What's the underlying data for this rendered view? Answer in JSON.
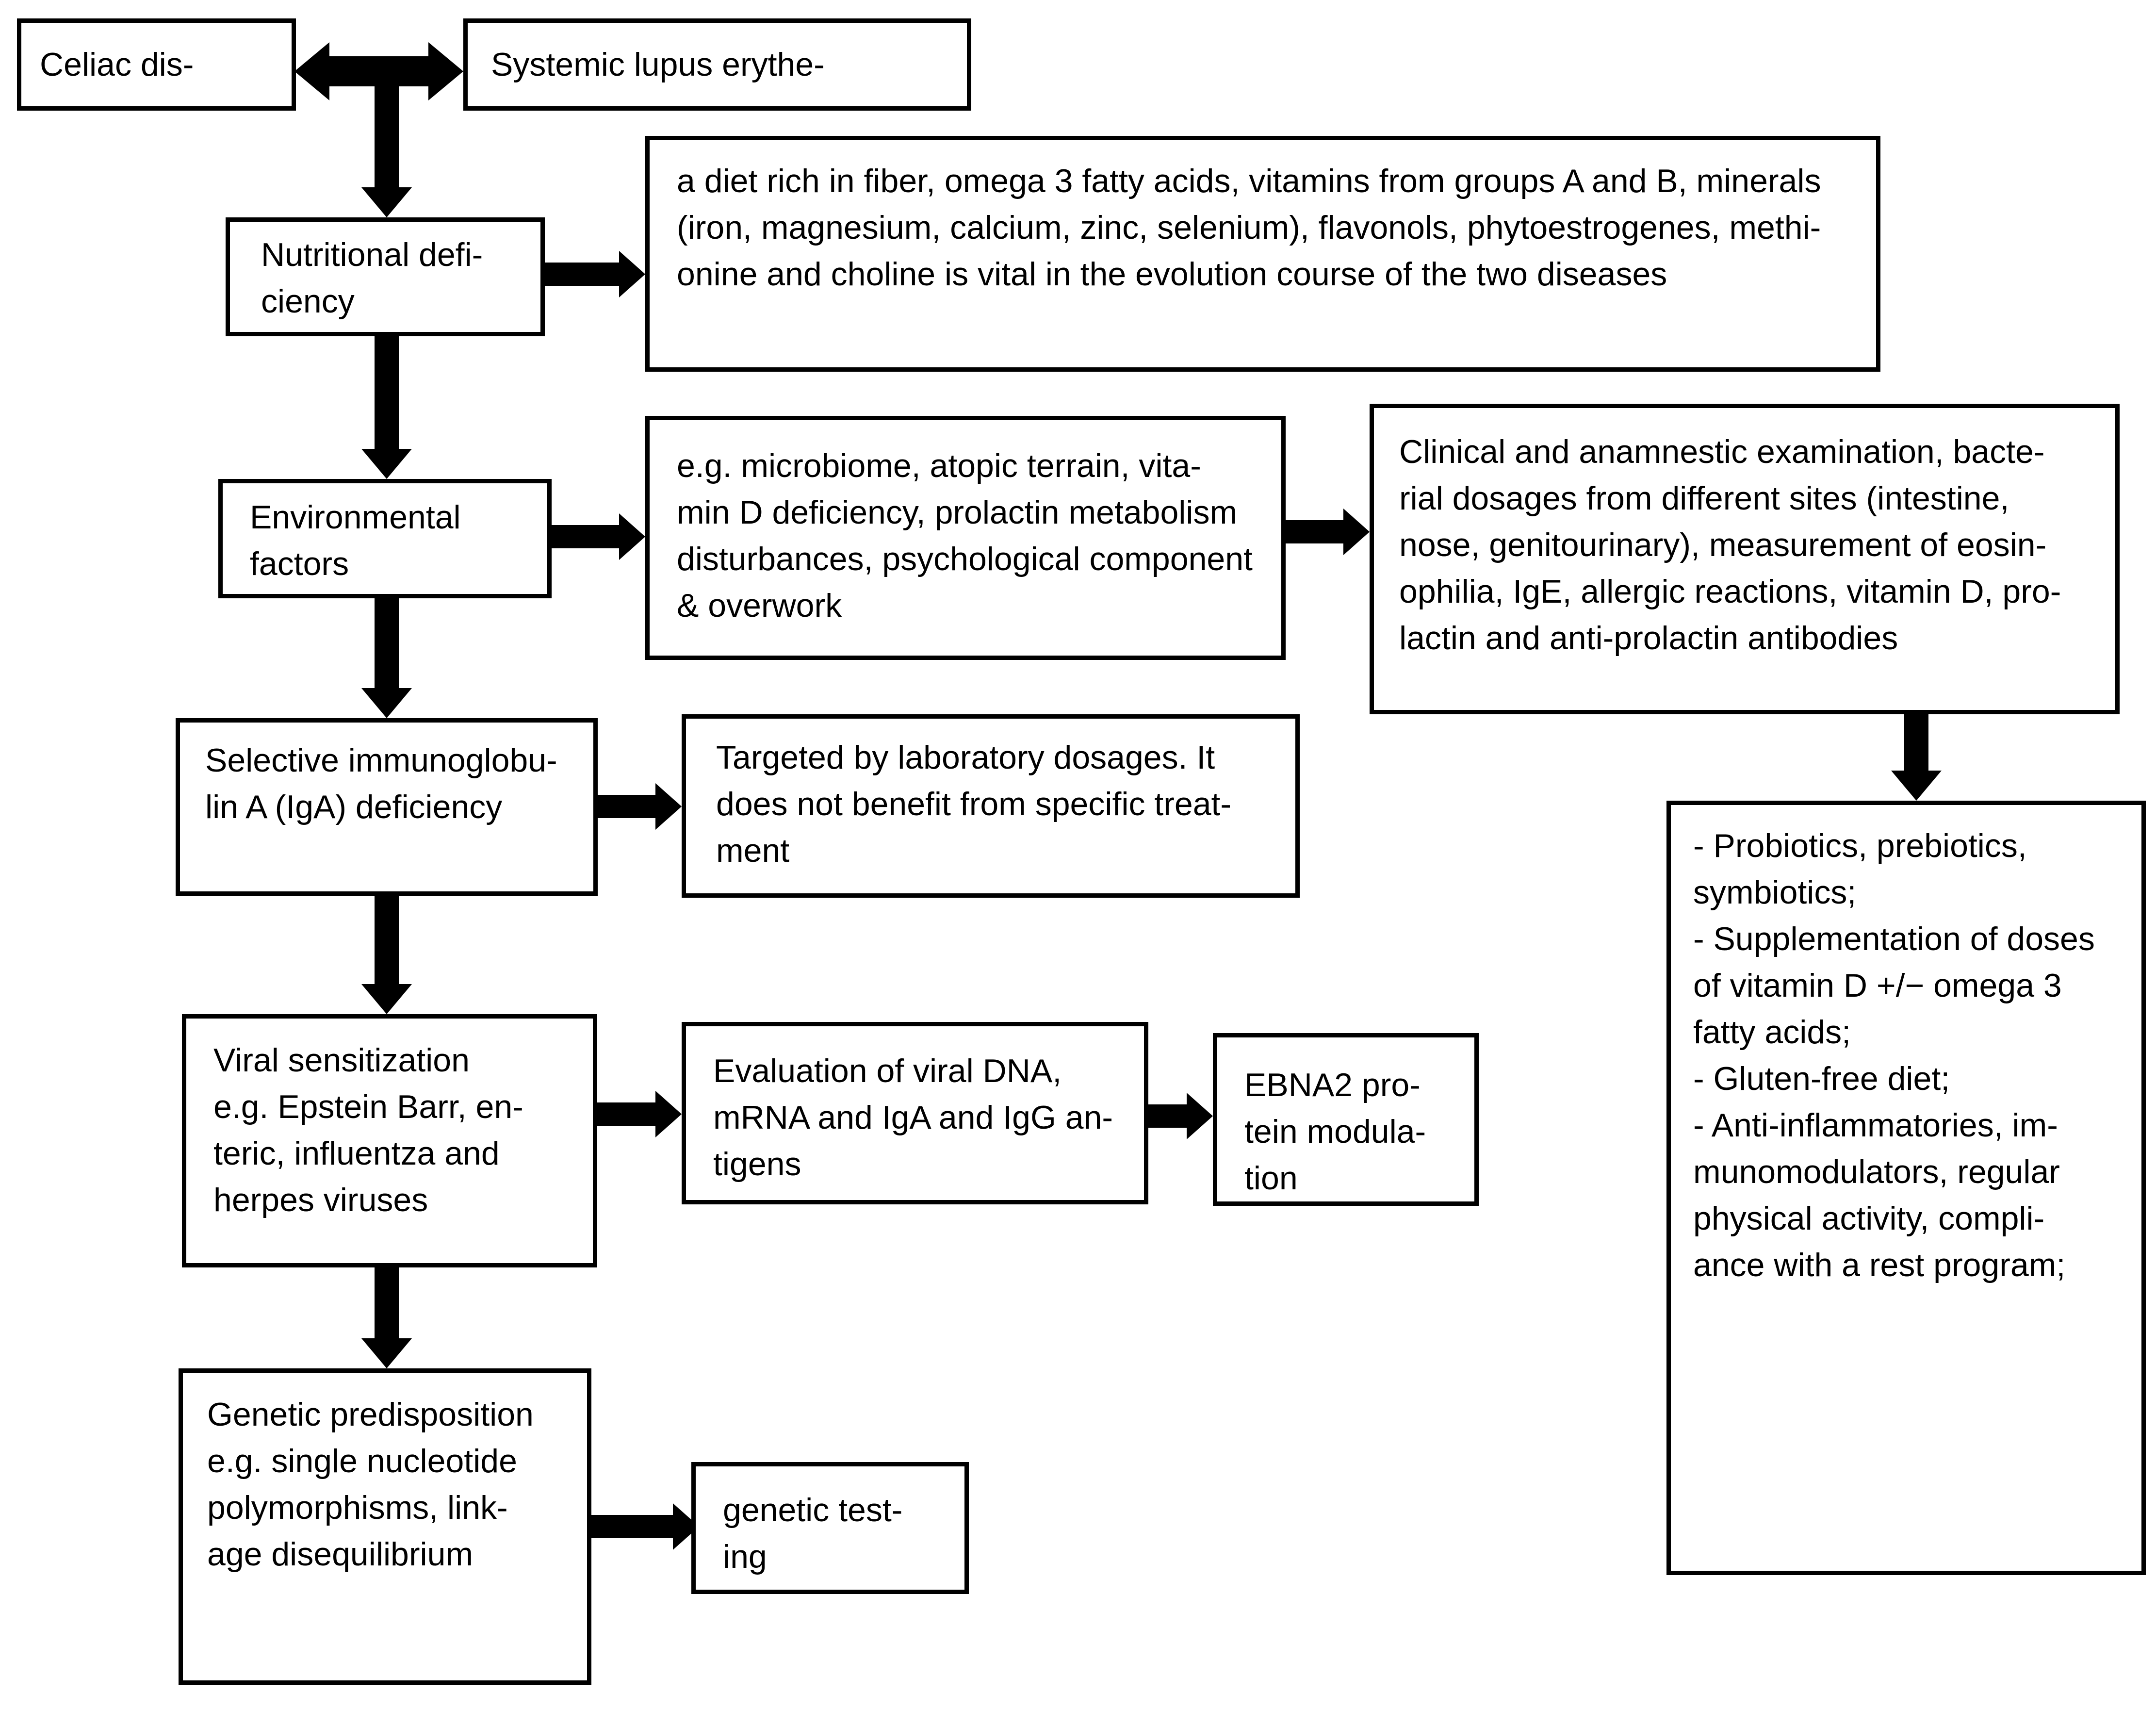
{
  "colors": {
    "ink": "#000000",
    "paper": "#ffffff"
  },
  "boxes": {
    "celiac": {
      "text": "Celiac dis-"
    },
    "sle": {
      "text": "Systemic lupus erythe-"
    },
    "nutritional": {
      "text": "Nutritional defi-\nciency"
    },
    "diet": {
      "text": "a diet rich in fiber, omega 3 fatty acids, vitamins from groups A and B, minerals\n(iron, magnesium, calcium, zinc, selenium), flavonols, phytoestrogenes, methi-\nonine and choline is vital in the evolution course of the two diseases"
    },
    "environmental": {
      "text": "Environmental\nfactors"
    },
    "microbiome": {
      "text": "e.g. microbiome, atopic terrain, vita-\nmin D deficiency, prolactin metabolism\ndisturbances, psychological component\n& overwork"
    },
    "clinical": {
      "text": "Clinical and anamnestic examination, bacte-\nrial dosages from different sites (intestine,\nnose, genitourinary), measurement of eosin-\nophilia, IgE, allergic reactions, vitamin D, pro-\nlactin and anti-prolactin antibodies"
    },
    "selective": {
      "text": "Selective immunoglobu-\nlin A (IgA) deficiency"
    },
    "targeted": {
      "text": "Targeted by laboratory dosages. It\ndoes not benefit from specific treat-\nment"
    },
    "viral": {
      "text": "Viral sensitization\ne.g. Epstein Barr, en-\nteric, influentza and\nherpes viruses"
    },
    "evaluation": {
      "text": "Evaluation of viral DNA,\nmRNA and IgA and IgG an-\ntigens"
    },
    "ebna2": {
      "text": "EBNA2 pro-\ntein modula-\ntion"
    },
    "genetic": {
      "text": "Genetic predisposition\ne.g. single nucleotide\npolymorphisms, link-\nage disequilibrium"
    },
    "testing": {
      "text": "genetic test-\ning"
    },
    "treatment": {
      "text": "- Probiotics, prebiotics,\nsymbiotics;\n- Supplementation of doses\nof vitamin D +/− omega 3\nfatty acids;\n- Gluten-free diet;\n- Anti-inflammatories, im-\nmunomodulators, regular\nphysical activity, compli-\nance with a rest program;"
    }
  },
  "edges": [
    {
      "from": "celiac",
      "to": "sle",
      "bidirectional": true
    },
    {
      "from": "celiac+sle",
      "to": "nutritional"
    },
    {
      "from": "nutritional",
      "to": "diet"
    },
    {
      "from": "nutritional",
      "to": "environmental"
    },
    {
      "from": "environmental",
      "to": "microbiome"
    },
    {
      "from": "microbiome",
      "to": "clinical"
    },
    {
      "from": "environmental",
      "to": "selective"
    },
    {
      "from": "selective",
      "to": "targeted"
    },
    {
      "from": "selective",
      "to": "viral"
    },
    {
      "from": "viral",
      "to": "evaluation"
    },
    {
      "from": "evaluation",
      "to": "ebna2"
    },
    {
      "from": "viral",
      "to": "genetic"
    },
    {
      "from": "genetic",
      "to": "testing"
    },
    {
      "from": "clinical",
      "to": "treatment"
    }
  ]
}
